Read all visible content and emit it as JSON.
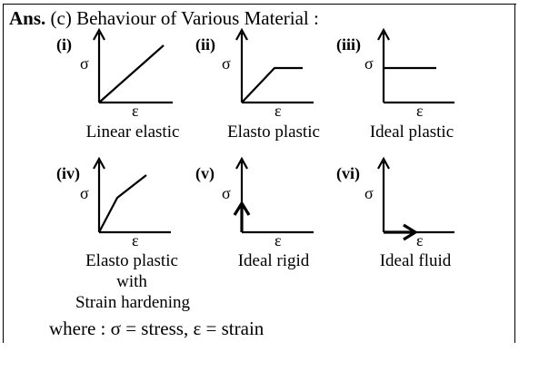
{
  "header": {
    "prefix": "Ans.",
    "option": "(c)",
    "title": "Behaviour of Various Material :"
  },
  "axis": {
    "y": "σ",
    "x": "ε"
  },
  "panels": [
    {
      "label": "(i)",
      "caption": [
        "Linear elastic"
      ]
    },
    {
      "label": "(ii)",
      "caption": [
        "Elasto plastic"
      ]
    },
    {
      "label": "(iii)",
      "caption": [
        "Ideal plastic"
      ]
    },
    {
      "label": "(iv)",
      "caption": [
        "Elasto plastic",
        "with",
        "Strain hardening"
      ]
    },
    {
      "label": "(v)",
      "caption": [
        "Ideal  rigid"
      ]
    },
    {
      "label": "(vi)",
      "caption": [
        "Ideal fluid"
      ]
    }
  ],
  "footer": "where : σ = stress, ε = strain"
}
